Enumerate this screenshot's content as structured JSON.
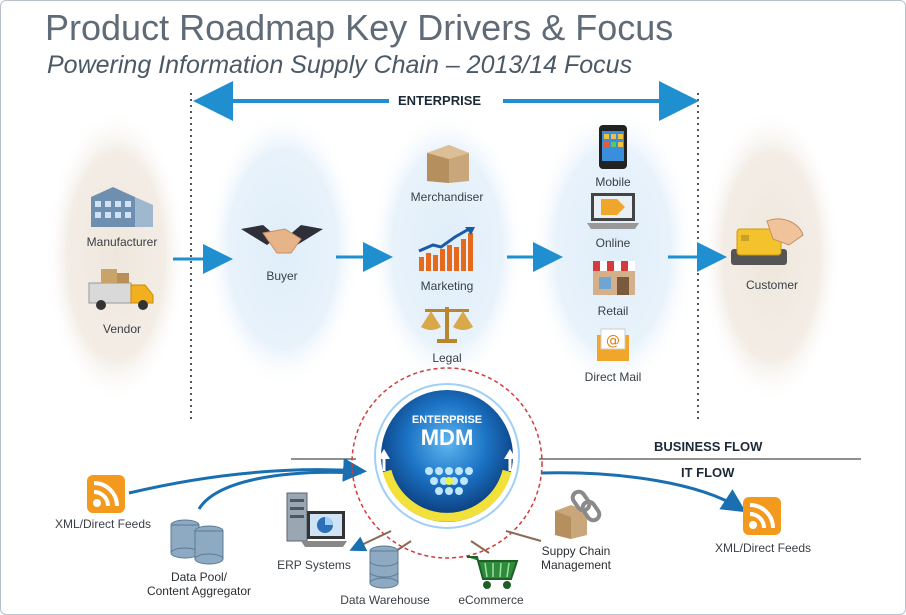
{
  "title": "Product Roadmap Key Drivers & Focus",
  "subtitle": "Powering Information Supply Chain – 2013/14 Focus",
  "enterprise_label": "ENTERPRISE",
  "business_flow_label": "BUSINESS FLOW",
  "it_flow_label": "IT FLOW",
  "hub": {
    "line1": "ENTERPRISE",
    "line2": "MDM"
  },
  "nodes": {
    "manufacturer": "Manufacturer",
    "vendor": "Vendor",
    "buyer": "Buyer",
    "merchandiser": "Merchandiser",
    "marketing": "Marketing",
    "legal": "Legal",
    "mobile": "Mobile",
    "online": "Online",
    "retail": "Retail",
    "direct_mail": "Direct Mail",
    "customer": "Customer"
  },
  "it_nodes": {
    "xml_in": "XML/Direct Feeds",
    "data_pool_line1": "Data Pool/",
    "data_pool_line2": "Content Aggregator",
    "erp": "ERP Systems",
    "data_warehouse": "Data Warehouse",
    "ecommerce": "eCommerce",
    "scm_line1": "Suppy Chain",
    "scm_line2": "Management",
    "xml_out": "XML/Direct Feeds"
  },
  "colors": {
    "arrow_blue": "#1f8fd0",
    "title_gray": "#5f6b76",
    "rss_orange": "#f39a1e",
    "hub_blue": "#1565c0"
  },
  "icons": [
    "factory-icon",
    "delivery-truck-icon",
    "handshake-icon",
    "box-icon",
    "growth-chart-icon",
    "scales-icon",
    "smartphone-icon",
    "laptop-tag-icon",
    "storefront-icon",
    "mail-icon",
    "credit-card-icon",
    "rss-icon",
    "database-icon",
    "server-icon",
    "shopping-cart-icon",
    "chain-link-icon"
  ]
}
